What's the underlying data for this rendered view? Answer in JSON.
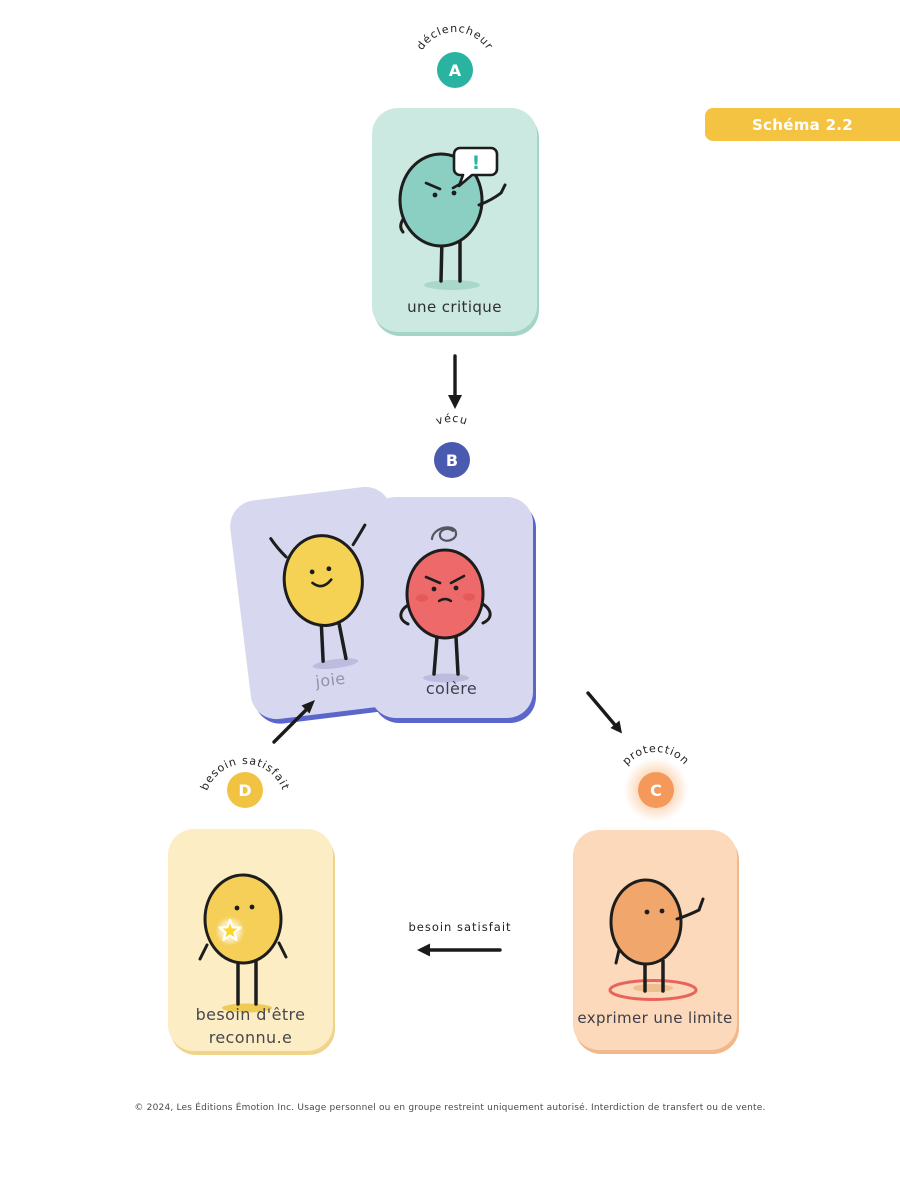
{
  "badge": {
    "label": "Schéma 2.2",
    "color": "#f5c342"
  },
  "nodes": {
    "a": {
      "letter": "A",
      "label": "déclencheur",
      "color": "#2bb3a2"
    },
    "b": {
      "letter": "B",
      "label": "vécu",
      "color": "#4a5aae"
    },
    "c": {
      "letter": "C",
      "label": "protection",
      "color": "#f4995a"
    },
    "d": {
      "letter": "D",
      "label": "besoin satisfait",
      "color": "#f2c242"
    }
  },
  "cards": {
    "critique": {
      "label": "une critique",
      "bubble_text": "!",
      "bg": "#cbe9e0",
      "character_color": "#8bcfc2"
    },
    "joie": {
      "label": "joie",
      "bg": "#d7d8ef",
      "character_color": "#f6d254"
    },
    "colere": {
      "label": "colère",
      "bg": "#d7d8ef",
      "character_color": "#ee6a6a"
    },
    "limite": {
      "label": "exprimer une limite",
      "bg": "#fbd9ba",
      "character_color": "#f1a66c"
    },
    "reconnu": {
      "label": "besoin d'être reconnu.e",
      "bg": "#fdedc5",
      "character_color": "#f5cf57"
    }
  },
  "arrows": {
    "c_to_d_label": "besoin satisfait"
  },
  "footer": {
    "copyright": "© 2024, Les Éditions Émotion Inc. Usage personnel ou en groupe restreint uniquement autorisé. Interdiction de transfert ou de vente."
  }
}
